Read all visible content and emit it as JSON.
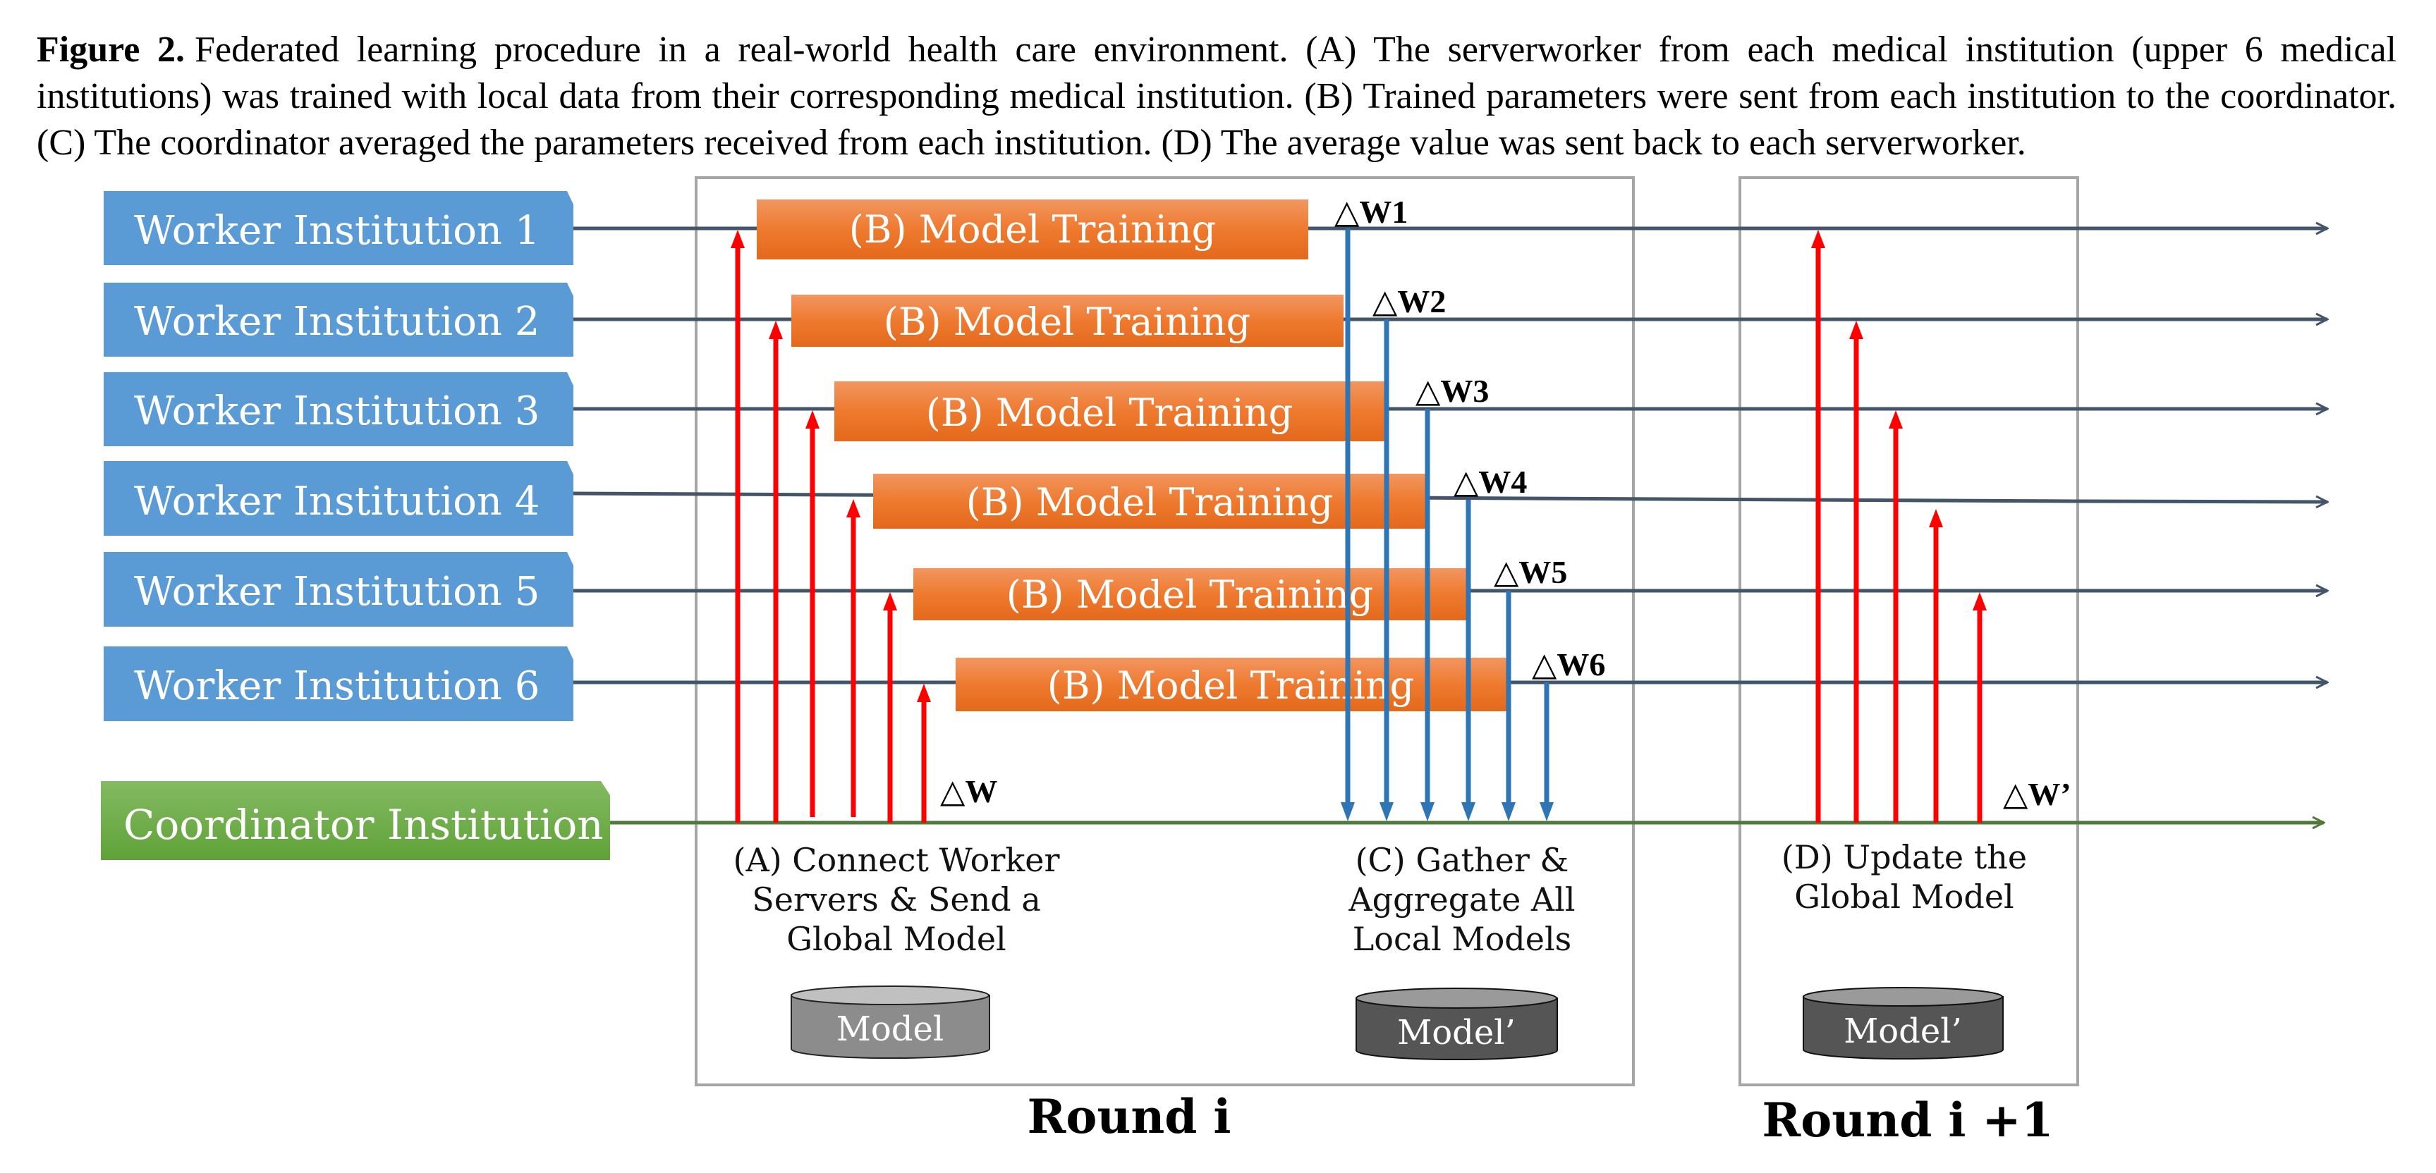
{
  "caption": {
    "figure_label": "Figure 2.",
    "text": "Federated learning procedure in a real-world health care environment. (A) The serverworker from each medical institution (upper 6 medical institutions) was trained with local data from their corresponding medical institution. (B) Trained parameters were sent from each institution to the coordinator. (C) The coordinator averaged the parameters received from each institution. (D) The average value was sent back to each serverworker."
  },
  "colors": {
    "worker_box": "#5b9bd5",
    "coordinator_box_top": "#80b85e",
    "coordinator_box_bottom": "#62a43a",
    "training_bar_top": "#f0935a",
    "training_bar_bottom": "#e4691d",
    "timeline": "#44546a",
    "coordinator_timeline": "#4f7a3a",
    "send_arrow": "#ff0000",
    "gather_arrow": "#2e75b6",
    "round_frame": "#a6a6a6"
  },
  "workers": [
    {
      "label": "Worker Institution 1",
      "training": "(B) Model Training",
      "delta": "△W1"
    },
    {
      "label": "Worker Institution 2",
      "training": "(B) Model Training",
      "delta": "△W2"
    },
    {
      "label": "Worker Institution 3",
      "training": "(B) Model Training",
      "delta": "△W3"
    },
    {
      "label": "Worker Institution 4",
      "training": "(B) Model Training",
      "delta": "△W4"
    },
    {
      "label": "Worker Institution 5",
      "training": "(B) Model Training",
      "delta": "△W5"
    },
    {
      "label": "Worker Institution 6",
      "training": "(B) Model Training",
      "delta": "△W6"
    }
  ],
  "coordinator": {
    "label": "Coordinator Institution"
  },
  "round_i": {
    "title": "Round i",
    "send_delta": "△W",
    "step_a": [
      "(A) Connect Worker",
      "Servers & Send a",
      "Global Model"
    ],
    "step_c": [
      "(C) Gather &",
      "Aggregate All",
      "Local Models"
    ],
    "model_a": "Model",
    "model_c": "Model’"
  },
  "round_i_plus_1": {
    "title": "Round i +1",
    "send_delta": "△W’",
    "step_d": [
      "(D) Update the",
      "Global Model"
    ],
    "model_d": "Model’"
  }
}
